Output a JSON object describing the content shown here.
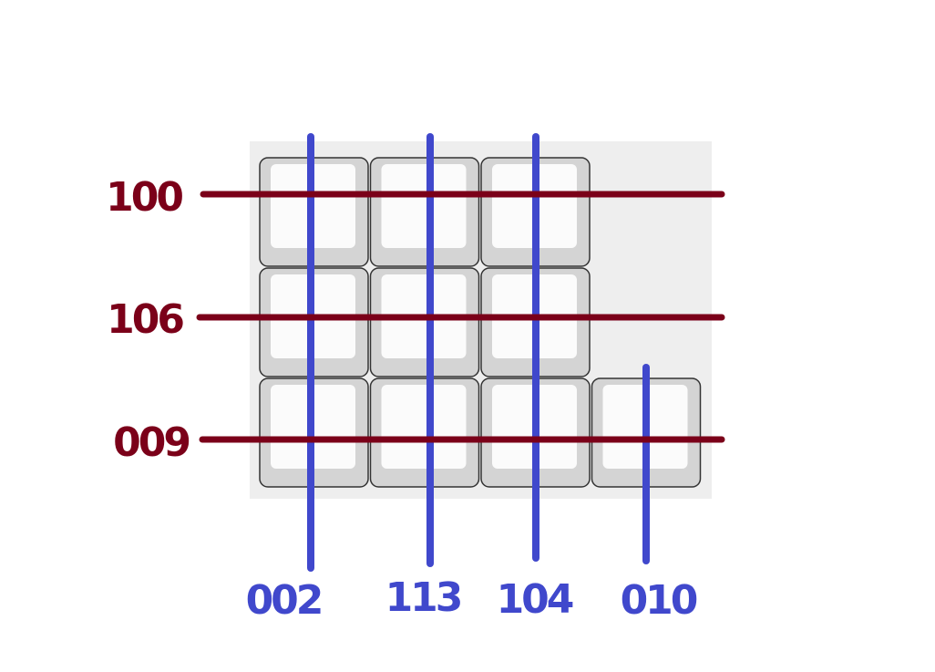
{
  "colors": {
    "background": "#ffffff",
    "keyboard_plate": "#eeeeee",
    "key_outer": "#d4d4d4",
    "key_top": "#fbfbfb",
    "key_border": "#333333",
    "row_line": "#7b0019",
    "column_line": "#4048cc"
  },
  "keyboard": {
    "rows": [
      {
        "keys": 3
      },
      {
        "keys": 3
      },
      {
        "keys": 4
      }
    ]
  },
  "row_wires": [
    {
      "label": "100"
    },
    {
      "label": "106"
    },
    {
      "label": "009"
    }
  ],
  "column_wires": [
    {
      "label": "002"
    },
    {
      "label": "113"
    },
    {
      "label": "104"
    },
    {
      "label": "010"
    }
  ]
}
